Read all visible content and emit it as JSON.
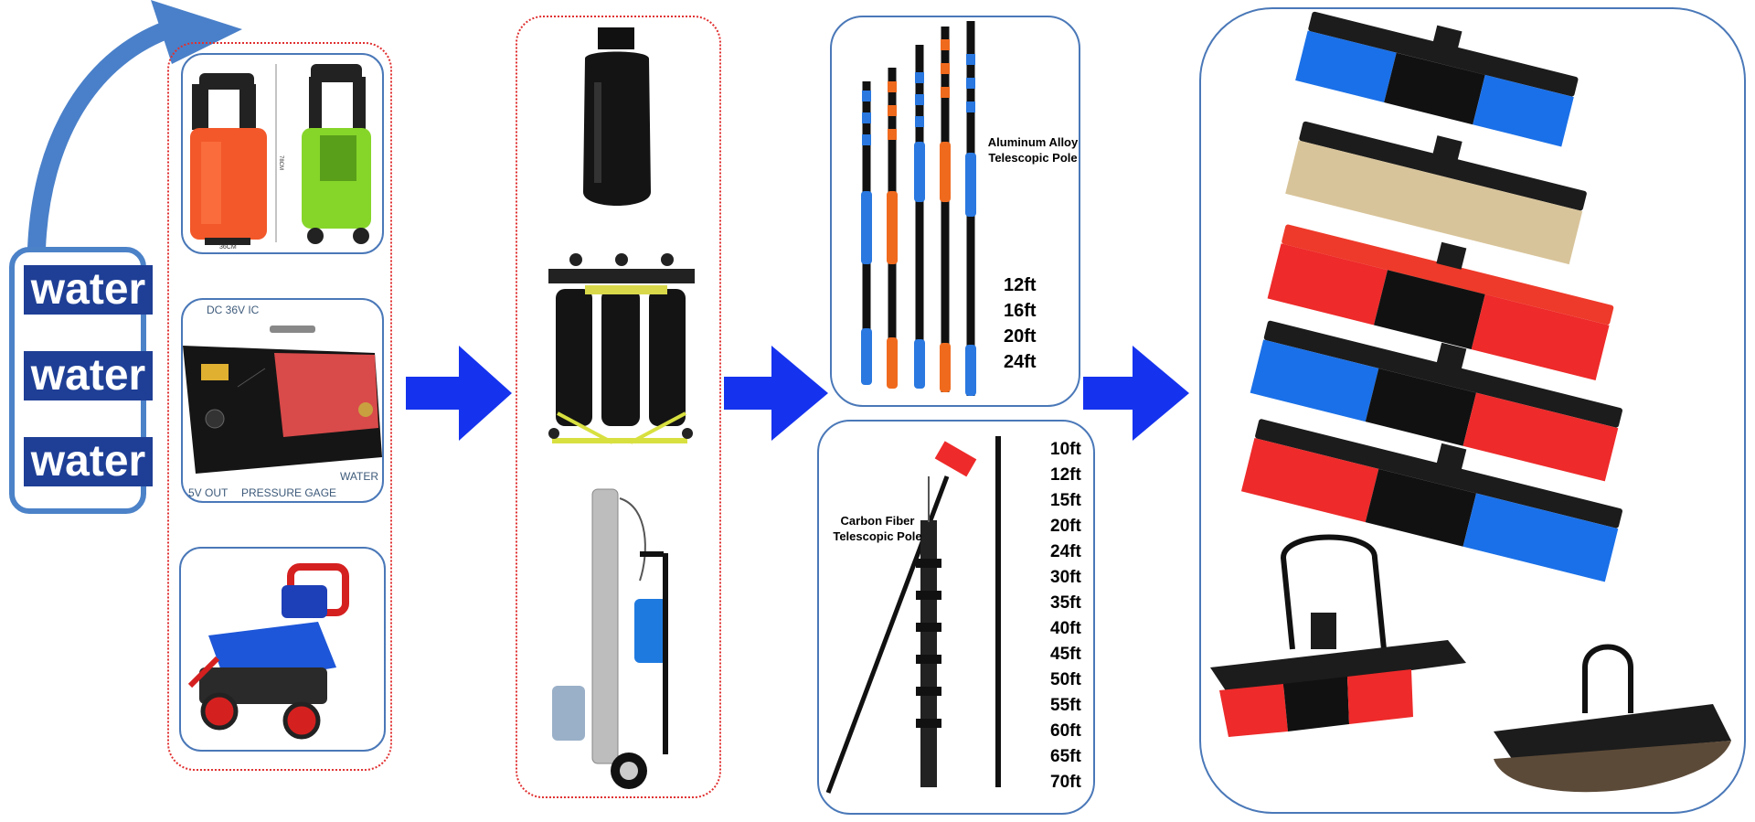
{
  "source": {
    "words": [
      "water",
      "water",
      "water"
    ]
  },
  "stage1": {
    "trolley_dims": [
      "78CM",
      "36CM"
    ],
    "pump_labels": {
      "dc": "DC 36V IC",
      "out": "5V OUT",
      "pressure": "PRESSURE GAGE",
      "water": "WATER"
    }
  },
  "poles": {
    "aluminum": {
      "title_line1": "Aluminum Alloy",
      "title_line2": "Telescopic Pole",
      "lengths": [
        "12ft",
        "16ft",
        "20ft",
        "24ft"
      ]
    },
    "carbon": {
      "title_line1": "Carbon Fiber",
      "title_line2": "Telescopic Pole",
      "lengths": [
        "10ft",
        "12ft",
        "15ft",
        "20ft",
        "24ft",
        "30ft",
        "35ft",
        "40ft",
        "45ft",
        "50ft",
        "55ft",
        "60ft",
        "65ft",
        "70ft"
      ]
    }
  },
  "colors": {
    "arrow": "#1533ee",
    "curve_arrow": "#4a80c9",
    "water_band": "#1f3f96",
    "panel_border": "#4a78b8",
    "dotted_border": "#e03030",
    "pole_blue": "#2a78e0",
    "pole_orange": "#f06a1e",
    "bristle_blue": "#1a70e8",
    "bristle_red": "#ee2a2a",
    "bristle_tan": "#d8c49a"
  }
}
